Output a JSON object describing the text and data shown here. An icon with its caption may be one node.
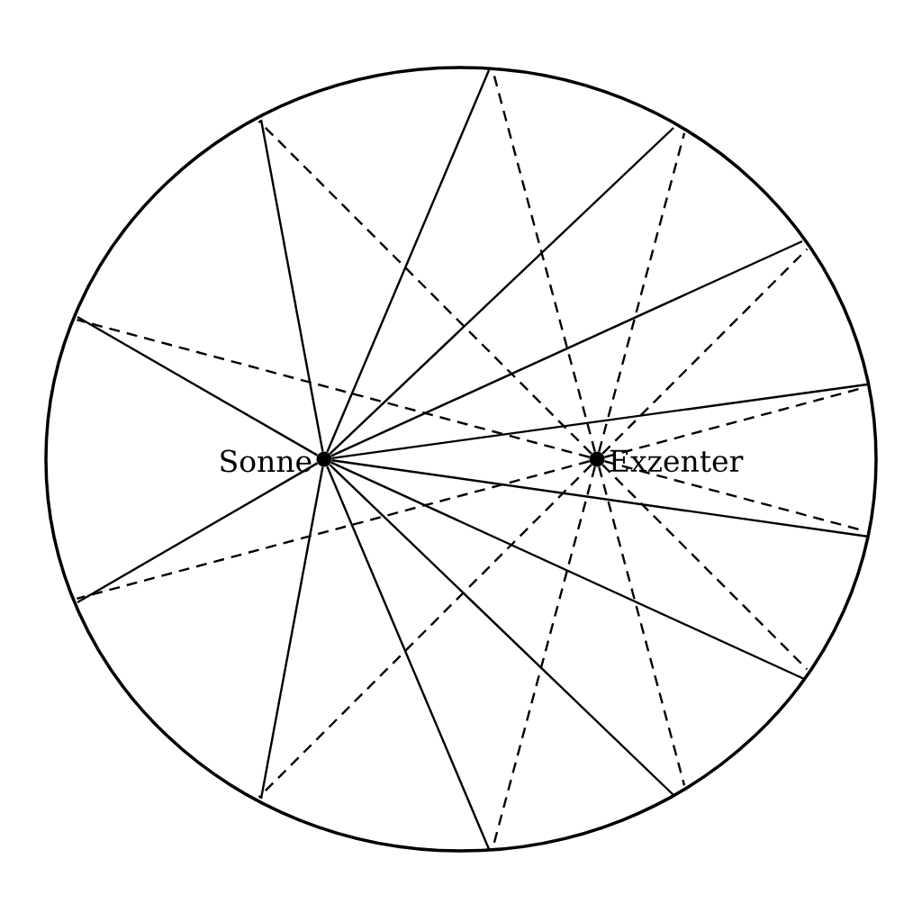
{
  "diagram": {
    "nodes": [
      {
        "text": [
          "Sonne"
        ]
      },
      {
        "text": [
          "Exzenter"
        ]
      }
    ],
    "edges": [
      {
        "from": 0,
        "to": null,
        "arrow": "none"
      },
      {
        "from": 0,
        "to": null,
        "arrow": "none"
      },
      {
        "from": 0,
        "to": null,
        "arrow": "none"
      },
      {
        "from": 0,
        "to": null,
        "arrow": "none"
      },
      {
        "from": 0,
        "to": null,
        "arrow": "none"
      },
      {
        "from": 0,
        "to": null,
        "arrow": "none"
      },
      {
        "from": 0,
        "to": null,
        "arrow": "none"
      },
      {
        "from": 0,
        "to": null,
        "arrow": "none"
      },
      {
        "from": 0,
        "to": null,
        "arrow": "none"
      },
      {
        "from": 0,
        "to": null,
        "arrow": "none"
      },
      {
        "from": 0,
        "to": null,
        "arrow": "none"
      },
      {
        "from": 0,
        "to": null,
        "arrow": "none"
      },
      {
        "from": 1,
        "to": null,
        "arrow": "none",
        "style": "dashed"
      },
      {
        "from": 1,
        "to": null,
        "arrow": "none",
        "style": "dashed"
      },
      {
        "from": 1,
        "to": null,
        "arrow": "none",
        "style": "dashed"
      },
      {
        "from": 1,
        "to": null,
        "arrow": "none",
        "style": "dashed"
      },
      {
        "from": 1,
        "to": null,
        "arrow": "none",
        "style": "dashed"
      },
      {
        "from": 1,
        "to": null,
        "arrow": "none",
        "style": "dashed"
      },
      {
        "from": 1,
        "to": null,
        "arrow": "none",
        "style": "dashed"
      },
      {
        "from": 1,
        "to": null,
        "arrow": "none",
        "style": "dashed"
      },
      {
        "from": 1,
        "to": null,
        "arrow": "none",
        "style": "dashed"
      },
      {
        "from": 1,
        "to": null,
        "arrow": "none",
        "style": "dashed"
      },
      {
        "from": 1,
        "to": null,
        "arrow": "none",
        "style": "dashed"
      },
      {
        "from": 1,
        "to": null,
        "arrow": "none",
        "style": "dashed"
      }
    ]
  }
}
